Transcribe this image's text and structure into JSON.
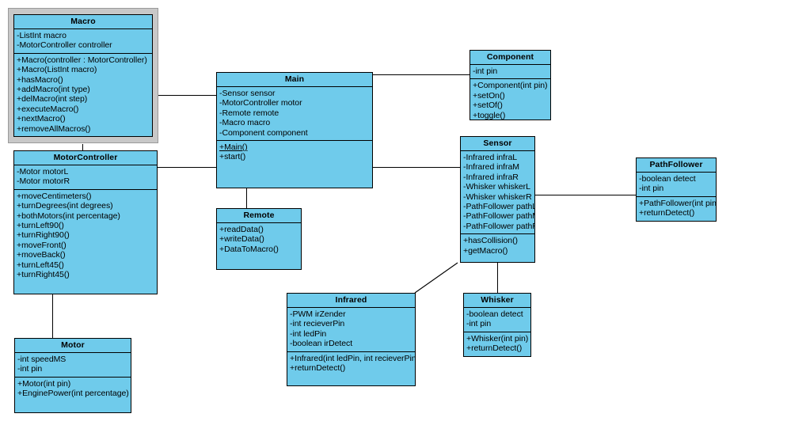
{
  "diagram": {
    "type": "uml-class-diagram",
    "background": "#ffffff",
    "class_fill": "#6fcbeb",
    "class_border": "#000000",
    "selection_color": "#c8c8c8"
  },
  "classes": {
    "macro": {
      "name": "Macro",
      "attributes": [
        "-ListInt macro",
        "-MotorController controller"
      ],
      "operations": [
        "+Macro(controller : MotorController)",
        "+Macro(ListInt macro)",
        "+hasMacro()",
        "+addMacro(int type)",
        "+delMacro(int step)",
        "+executeMacro()",
        "+nextMacro()",
        "+removeAllMacros()"
      ]
    },
    "motorcontroller": {
      "name": "MotorController",
      "attributes": [
        "-Motor motorL",
        "-Motor motorR"
      ],
      "operations": [
        "+moveCentimeters()",
        "+turnDegrees(int degrees)",
        "+bothMotors(int percentage)",
        "+turnLeft90()",
        "+turnRight90()",
        "+moveFront()",
        "+moveBack()",
        "+turnLeft45()",
        "+turnRight45()"
      ]
    },
    "motor": {
      "name": "Motor",
      "attributes": [
        "-int speedMS",
        "-int pin"
      ],
      "operations": [
        "+Motor(int pin)",
        "+EnginePower(int percentage)"
      ]
    },
    "main": {
      "name": "Main",
      "attributes": [
        "-Sensor sensor",
        "-MotorController motor",
        "-Remote remote",
        "-Macro macro",
        "-Component component"
      ],
      "operations": [
        "+Main()",
        "+start()"
      ],
      "static_operations": [
        "+Main()"
      ]
    },
    "remote": {
      "name": "Remote",
      "attributes": [],
      "operations": [
        "+readData()",
        "+writeData()",
        "+DataToMacro()"
      ]
    },
    "component": {
      "name": "Component",
      "attributes": [
        "-int pin"
      ],
      "operations": [
        "+Component(int pin)",
        "+setOn()",
        "+setOf()",
        "+toggle()"
      ]
    },
    "sensor": {
      "name": "Sensor",
      "attributes": [
        "-Infrared infraL",
        "-Infrared infraM",
        "-Infrared infraR",
        "-Whisker whiskerL",
        "-Whisker whiskerR",
        "-PathFollower pathL",
        "-PathFollower pathM",
        "-PathFollower pathR"
      ],
      "operations": [
        "+hasCollision()",
        "+getMacro()"
      ]
    },
    "pathfollower": {
      "name": "PathFollower",
      "attributes": [
        "-boolean detect",
        "-int pin"
      ],
      "operations": [
        "+PathFollower(int pin)",
        "+returnDetect()"
      ]
    },
    "infrared": {
      "name": "Infrared",
      "attributes": [
        "-PWM irZender",
        "-int recieverPin",
        "-int ledPin",
        "-boolean irDetect"
      ],
      "operations": [
        "+Infrared(int ledPin, int recieverPin)",
        "+returnDetect()"
      ]
    },
    "whisker": {
      "name": "Whisker",
      "attributes": [
        "-boolean detect",
        "-int pin"
      ],
      "operations": [
        "+Whisker(int pin)",
        "+returnDetect()"
      ]
    }
  },
  "associations": [
    {
      "from": "Macro",
      "to": "Main"
    },
    {
      "from": "Macro",
      "to": "MotorController"
    },
    {
      "from": "MotorController",
      "to": "Main"
    },
    {
      "from": "MotorController",
      "to": "Motor"
    },
    {
      "from": "Main",
      "to": "Component"
    },
    {
      "from": "Main",
      "to": "Sensor"
    },
    {
      "from": "Main",
      "to": "Remote"
    },
    {
      "from": "Sensor",
      "to": "PathFollower"
    },
    {
      "from": "Sensor",
      "to": "Infrared"
    },
    {
      "from": "Sensor",
      "to": "Whisker"
    }
  ]
}
